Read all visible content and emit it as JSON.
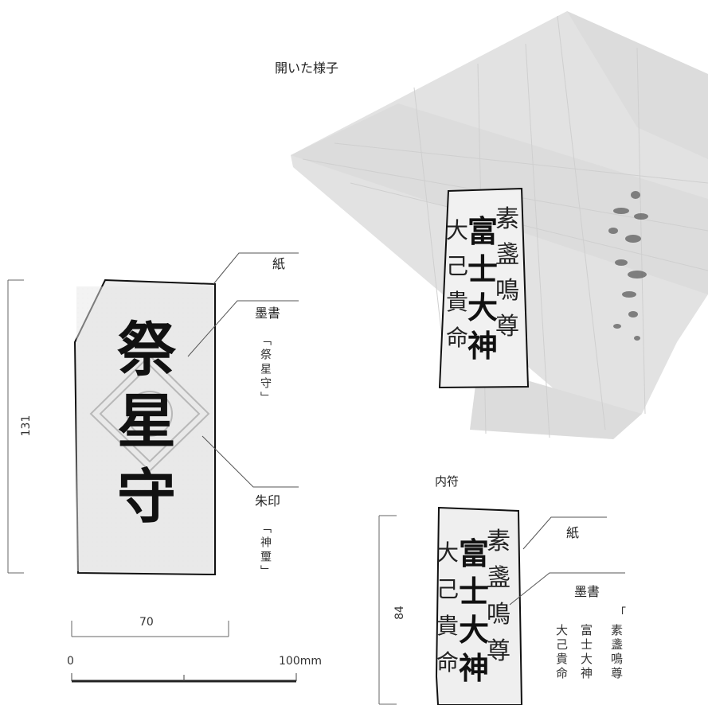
{
  "opened_view": {
    "caption": "開いた様子"
  },
  "inner_talisman": {
    "caption": "内符"
  },
  "talisman_front": {
    "ink_text": "祭星守",
    "callouts": {
      "paper": "紙",
      "ink_writing": "墨書",
      "ink_writing_quote": "「祭星守」",
      "red_seal": "朱印",
      "red_seal_quote": "「神璽」"
    },
    "height_dim": "131",
    "width_dim": "70"
  },
  "inner_callouts": {
    "paper": "紙",
    "ink_writing": "墨書",
    "quote_open": "「",
    "col1": "素盞鳴尊",
    "col2": "富士大神",
    "col3": "大己貴命"
  },
  "inner_sheet_text": {
    "col1": "素盞鳴尊",
    "col2": "富士大神",
    "col3": "大己貴命"
  },
  "inner_height_dim": "84",
  "scale_bar": {
    "start": "0",
    "end": "100mm"
  }
}
